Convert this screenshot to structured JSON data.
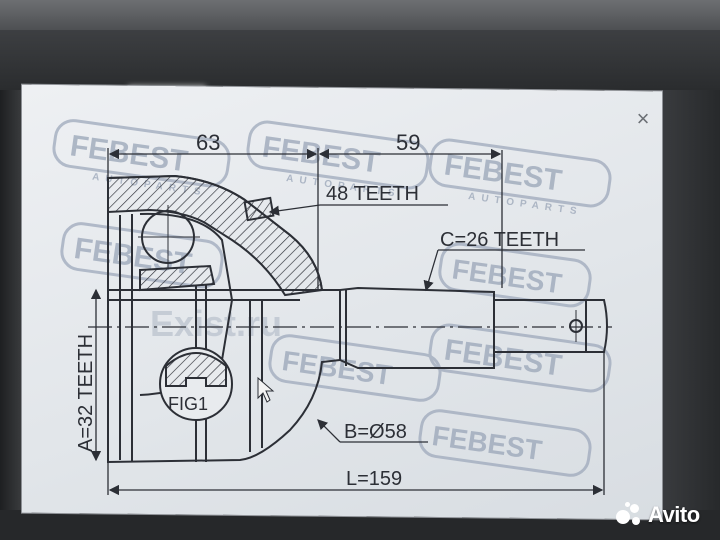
{
  "drawing": {
    "dim_top_left": "63",
    "dim_top_right": "59",
    "outer_teeth": "48 TEETH",
    "shaft_teeth": "C=26 TEETH",
    "inner_teeth": "A=32 TEETH",
    "fig_label": "FIG1",
    "seal_diameter": "B=Ø58",
    "total_length": "L=159"
  },
  "watermarks": {
    "brand": "FEBEST",
    "sub": "AUTOPARTS",
    "site": "Exist.ru"
  },
  "overlay": {
    "close_glyph": "×",
    "avito_logo": "Avito"
  },
  "colors": {
    "line": "#2c2f36",
    "watermark": "#9ea9bb",
    "paper": "#e6e9ed"
  }
}
